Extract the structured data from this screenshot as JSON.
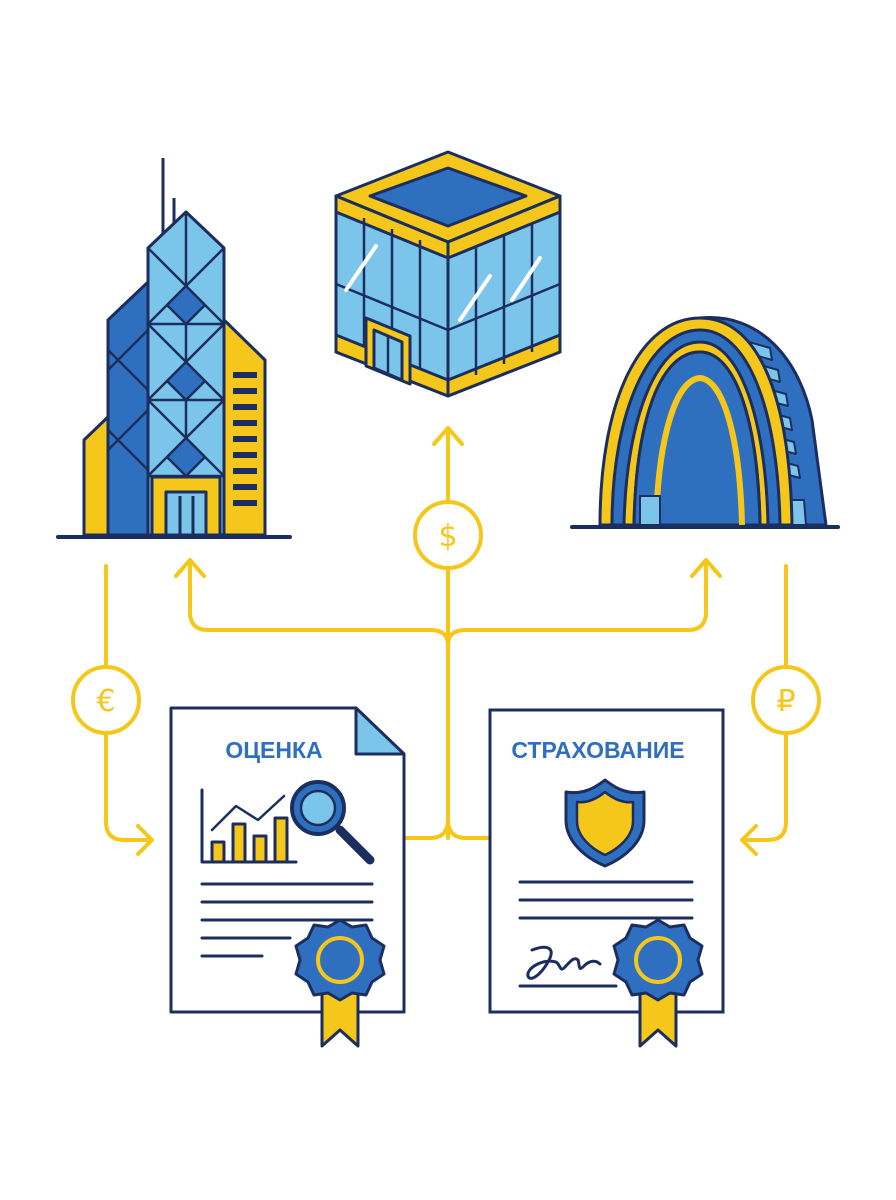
{
  "colors": {
    "navy": "#1b2e5e",
    "blue": "#2f6fbf",
    "light_blue": "#7cc5ea",
    "yellow": "#f5c71a",
    "white": "#ffffff"
  },
  "buildings": [
    {
      "name": "skyscraper",
      "icon": "skyscraper-icon"
    },
    {
      "name": "glass-cube-building",
      "icon": "glass-cube-icon"
    },
    {
      "name": "arch-building",
      "icon": "arch-building-icon"
    }
  ],
  "currencies": {
    "dollar": {
      "symbol": "$",
      "icon": "dollar-icon"
    },
    "euro": {
      "symbol": "€",
      "icon": "euro-icon"
    },
    "ruble": {
      "symbol": "₽",
      "icon": "ruble-icon"
    }
  },
  "documents": {
    "valuation": {
      "title": "ОЦЕНКА",
      "icons": [
        "bar-chart-icon",
        "magnifier-icon",
        "award-seal-icon"
      ]
    },
    "insurance": {
      "title": "СТРАХОВАНИЕ",
      "icons": [
        "shield-icon",
        "signature-icon",
        "award-seal-icon"
      ]
    }
  }
}
